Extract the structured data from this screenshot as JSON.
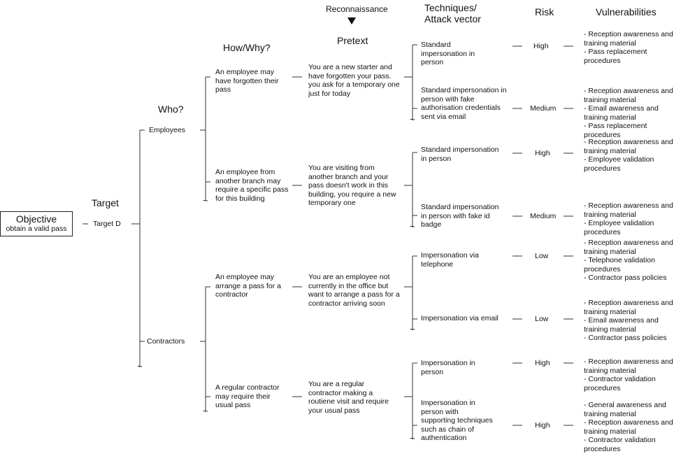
{
  "headers": {
    "reconnaissance": "Reconnaissance",
    "pretext": "Pretext",
    "techniques": "Techniques/\nAttack vector",
    "risk": "Risk",
    "vulnerabilities": "Vulnerabilities",
    "how_why": "How/Why?",
    "who": "Who?",
    "target": "Target"
  },
  "objective": {
    "title": "Objective",
    "subtitle": "obtain a valid pass"
  },
  "target": "Target D",
  "who": [
    "Employees",
    "Contractors"
  ],
  "how_why": [
    "An employee may\nhave forgotten their\npass",
    "An employee from\nanother branch may\nrequire a specific pass\nfor this building",
    "An employee may\narrange a pass for a\ncontractor",
    "A regular contractor\nmay require their\nusual pass"
  ],
  "pretexts": [
    "You are a new starter and\nhave forgotten your pass.\nyou ask for a temporary one\njust for today",
    "You are visiting from\nanother branch and your\npass doesn't work in this\nbuilding, you require a new\ntemporary one",
    "You are an employee not\ncurrently in the office but\nwant to arrange a pass for a\ncontractor arriving soon",
    "You are a regular\ncontractor making a\nroutiene visit and require\nyour usual pass"
  ],
  "techniques": [
    "Standard\nimpersonation in\nperson",
    "Standard impersonation in\nperson with fake\nauthorisation credentials\nsent via email",
    "Standard impersonation\nin person",
    "Standard impersonation\nin person with fake id\nbadge",
    "Impersonation via\ntelephone",
    "Impersonation via email",
    "Impersonation in\nperson",
    "Impersonation in\nperson with\nsupporting techniques\nsuch as chain of\nauthentication"
  ],
  "risks": [
    "High",
    "Medium",
    "High",
    "Medium",
    "Low",
    "Low",
    "High",
    "High"
  ],
  "vulnerabilities": [
    "- Reception awareness and\ntraining material\n- Pass replacement\nprocedures",
    "- Reception awareness and\ntraining material\n- Email awareness and\ntraining material\n- Pass replacement\nprocedures",
    "- Reception awareness and\ntraining material\n- Employee validation\nprocedures",
    "- Reception awareness and\ntraining material\n- Employee validation\nprocedures",
    "- Reception awareness and\ntraining material\n- Telephone validation\nprocedures\n- Contractor pass policies",
    "- Reception awareness and\ntraining material\n- Email awareness and\ntraining material\n- Contractor pass policies",
    "- Reception awareness and\ntraining material\n- Contractor validation\nprocedures",
    "- General awareness and\ntraining material\n- Reception awareness and\ntraining material\n- Contractor validation\nprocedures"
  ],
  "tilde": "~"
}
